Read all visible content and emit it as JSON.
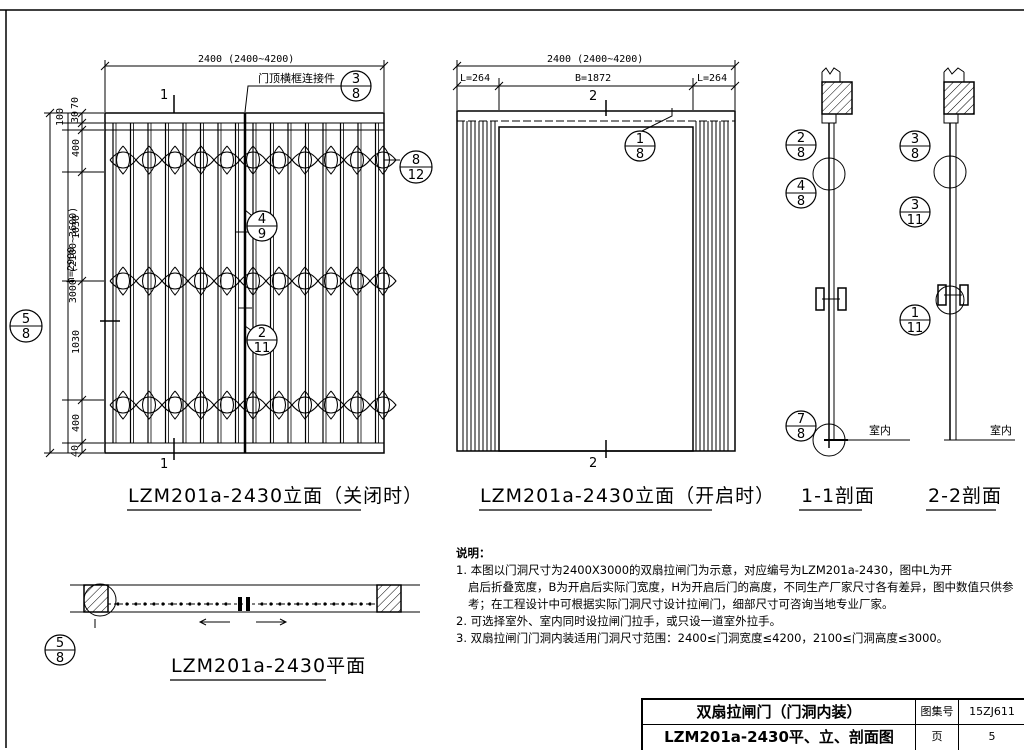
{
  "labels": {
    "elev_closed": "LZM201a-2430立面（关闭时）",
    "elev_open": "LZM201a-2430立面（开启时）",
    "sec11": "1-1剖面",
    "sec22": "2-2剖面",
    "plan": "LZM201a-2430平面",
    "connector": "门顶横框连接件",
    "indoor": "室内"
  },
  "dims": {
    "width_closed": "2400 (2400~4200)",
    "width_open": "2400 (2400~4200)",
    "l_left": "L=264",
    "b_mid": "B=1872",
    "l_right": "L=264",
    "height_total": "3000 (2100~3600)",
    "h_value": "h=2900",
    "d100": "100",
    "d30": "30",
    "d70": "70",
    "d400a": "400",
    "d1030a": "1030",
    "d1030b": "1030",
    "d400b": "400",
    "d40": "40"
  },
  "marks": {
    "sec1_top": "1",
    "sec1_bot": "1",
    "sec2_top": "2",
    "sec2_bot": "2"
  },
  "callouts": {
    "c38_top": {
      "top": "3",
      "bot": "8"
    },
    "c812": {
      "top": "8",
      "bot": "12"
    },
    "c49": {
      "top": "4",
      "bot": "9"
    },
    "c211": {
      "top": "2",
      "bot": "11"
    },
    "c58_left": {
      "top": "5",
      "bot": "8"
    },
    "c18_open": {
      "top": "1",
      "bot": "8"
    },
    "c28": {
      "top": "2",
      "bot": "8"
    },
    "c48": {
      "top": "4",
      "bot": "8"
    },
    "c78": {
      "top": "7",
      "bot": "8"
    },
    "c38_s2": {
      "top": "3",
      "bot": "8"
    },
    "c311": {
      "top": "3",
      "bot": "11"
    },
    "c111": {
      "top": "1",
      "bot": "11"
    },
    "c58_plan": {
      "top": "5",
      "bot": "8"
    }
  },
  "notes": {
    "heading": "说明：",
    "n1a": "1. 本图以门洞尺寸为2400X3000的双扇拉闸门为示意，对应编号为LZM201a-2430，图中L为开",
    "n1b": "启后折叠宽度，B为开启后实际门宽度，H为开启后门的高度，不同生产厂家尺寸各有差异，图中数值只供参",
    "n1c": "考；在工程设计中可根据实际门洞尺寸设计拉闸门，细部尺寸可咨询当地专业厂家。",
    "n2": "2. 可选择室外、室内同时设拉闸门拉手，或只设一道室外拉手。",
    "n3": "3. 双扇拉闸门门洞内装适用门洞尺寸范围：2400≤门洞宽度≤4200，2100≤门洞高度≤3000。"
  },
  "title_block": {
    "line1": "双扇拉闸门（门洞内装）",
    "line2": "LZM201a-2430平、立、剖面图",
    "atlas_label": "图集号",
    "atlas_no": "15ZJ611",
    "page_label": "页",
    "page_no": "5"
  }
}
